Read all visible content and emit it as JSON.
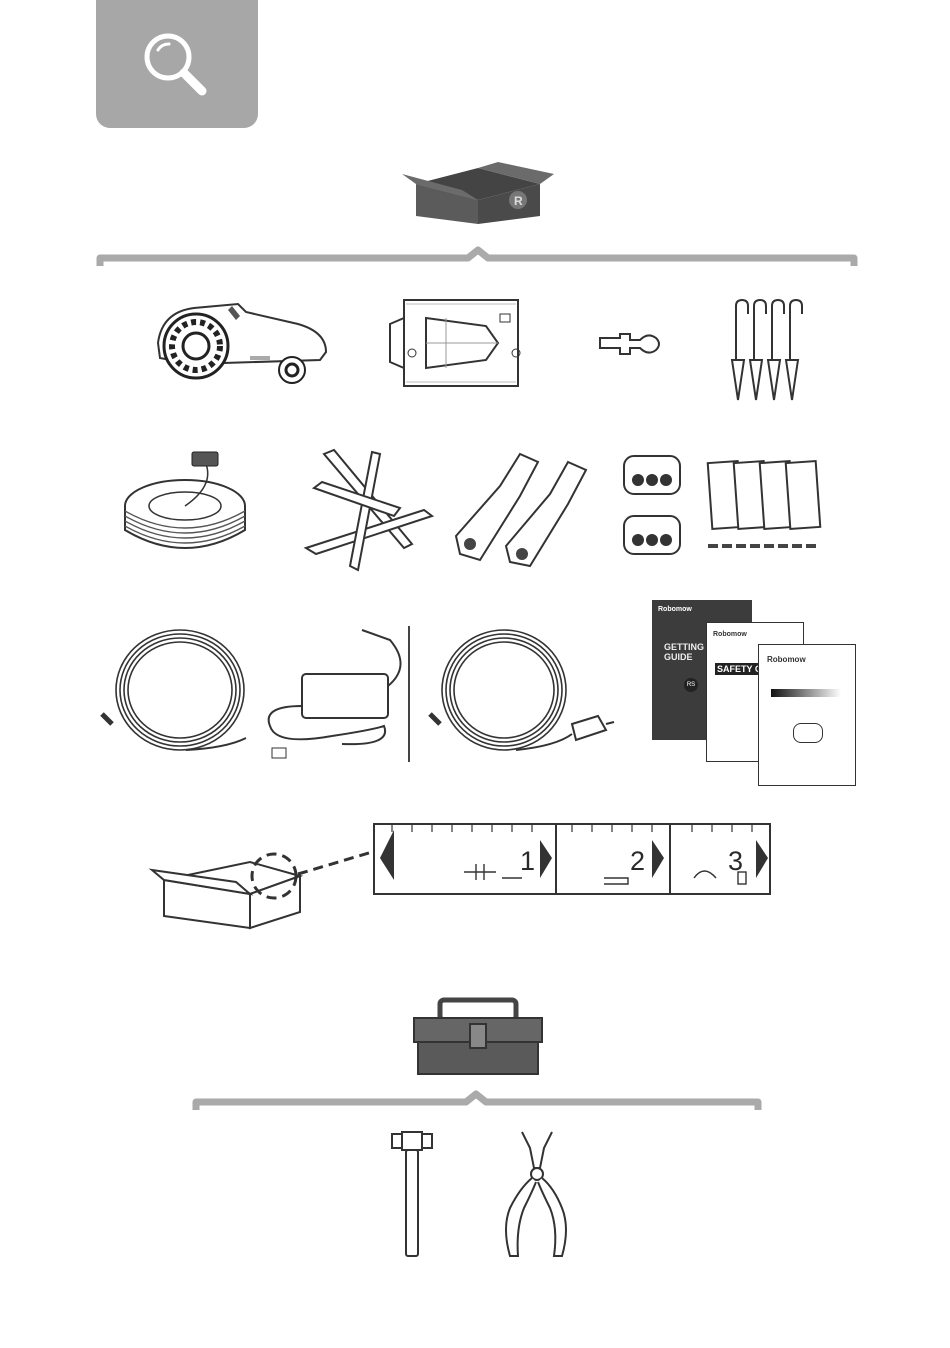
{
  "header": {
    "icon": "magnifier-icon"
  },
  "box_contents": {
    "icon": "open-box-icon",
    "items": [
      {
        "id": "robot-mower",
        "icon": "robot-mower-icon"
      },
      {
        "id": "charging-station",
        "icon": "charging-station-icon"
      },
      {
        "id": "safety-key",
        "icon": "key-icon"
      },
      {
        "id": "base-screws",
        "icon": "screw-set-icon"
      },
      {
        "id": "boundary-wire-coil",
        "icon": "wire-coil-icon"
      },
      {
        "id": "wire-pegs",
        "icon": "pegs-icon"
      },
      {
        "id": "wire-connectors",
        "icon": "connectors-icon"
      },
      {
        "id": "connector-couplers",
        "icon": "coupler-icon"
      },
      {
        "id": "spare-blades",
        "icon": "blades-icon"
      },
      {
        "id": "blade-screws",
        "icon": "small-screws-icon"
      },
      {
        "id": "low-voltage-cable",
        "icon": "cable-coil-icon"
      },
      {
        "id": "power-supply",
        "icon": "power-adapter-icon"
      },
      {
        "id": "extension-cable-with-plug",
        "icon": "cable-plug-icon"
      }
    ],
    "documents": [
      {
        "brand": "Robomow",
        "title": "GETTING S",
        "title2": "GUIDE",
        "badge": "RS"
      },
      {
        "brand": "Robomow",
        "title": "SAFETY GU"
      },
      {
        "brand": "Robomow"
      }
    ]
  },
  "box_ruler": {
    "label": "ruler-on-box",
    "steps": [
      "1",
      "2",
      "3"
    ]
  },
  "tools_needed": {
    "icon": "toolbox-icon",
    "items": [
      {
        "id": "hammer",
        "icon": "hammer-icon"
      },
      {
        "id": "pliers",
        "icon": "pliers-icon"
      }
    ]
  }
}
